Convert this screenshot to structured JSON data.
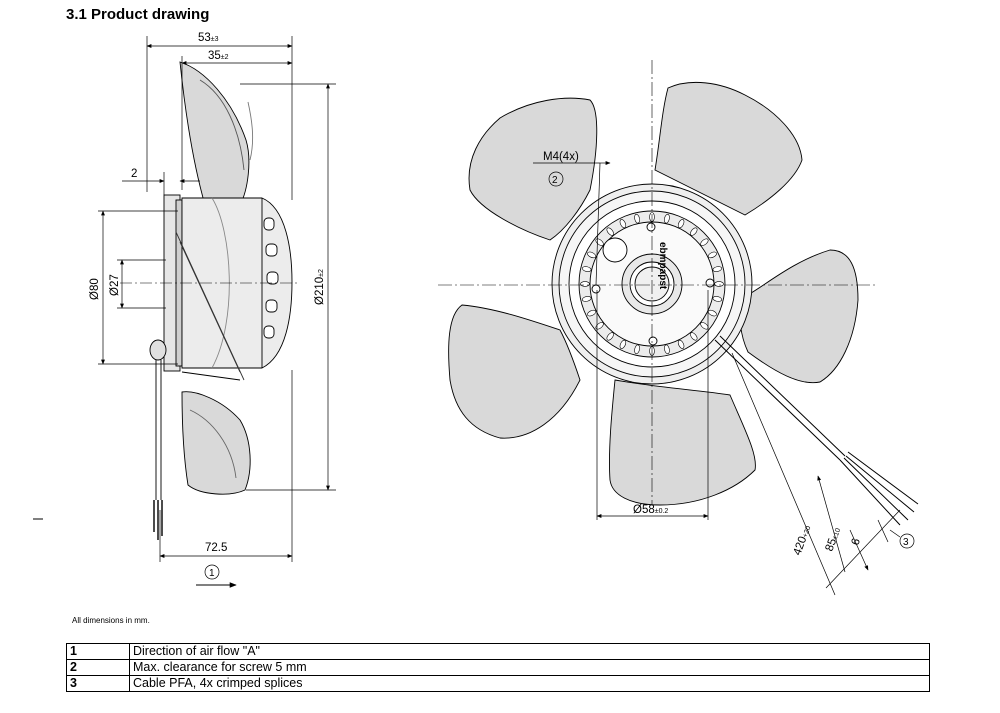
{
  "heading": "3.1 Product drawing",
  "side_view": {
    "dim_width_total": "53",
    "dim_width_total_tol": "±3",
    "dim_width_motor": "35",
    "dim_width_motor_tol": "±2",
    "dim_gap": "2",
    "dim_dia_80": "Ø80",
    "dim_dia_27": "Ø27",
    "dim_dia_210": "Ø210",
    "dim_dia_210_tol": "±2",
    "dim_72_5": "72.5",
    "airflow_callout": "1"
  },
  "front_view": {
    "screw_label": "M4(4x)",
    "screw_callout": "2",
    "dim_dia_58": "Ø58",
    "dim_dia_58_tol": "±0.2",
    "cable_dim_420": "420",
    "cable_dim_420_tol": "+20",
    "cable_dim_85": "85",
    "cable_dim_85_tol": "±10",
    "cable_dim_6": "6",
    "cable_callout": "3",
    "brand_text": "ebmpapst"
  },
  "note": "All dimensions in mm.",
  "legend": [
    {
      "num": "1",
      "text": "Direction of air flow \"A\""
    },
    {
      "num": "2",
      "text": "Max. clearance for screw 5 mm"
    },
    {
      "num": "3",
      "text": "Cable PFA, 4x crimped splices"
    }
  ]
}
